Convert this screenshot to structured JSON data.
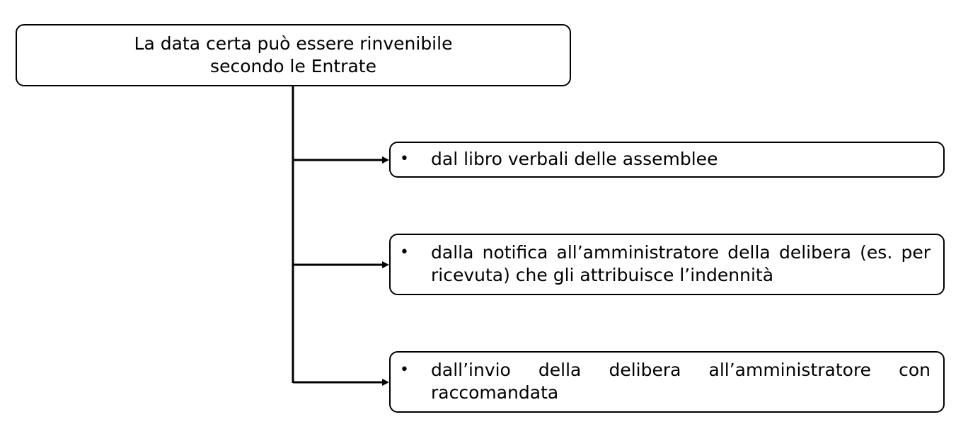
{
  "root": {
    "text": "La data certa può essere rinvenibile\nsecondo le Entrate"
  },
  "items": [
    {
      "bullet": "•",
      "text": "dal libro verbali delle assemblee"
    },
    {
      "bullet": "•",
      "text": "dalla notifica all’amministratore della delibera (es. per ricevuta) che gli attribuisce l’indennità"
    },
    {
      "bullet": "•",
      "text": "dall’invio della delibera all’amministratore con raccomandata"
    }
  ],
  "colors": {
    "line": "#000000",
    "border": "#000000",
    "background": "#ffffff"
  }
}
